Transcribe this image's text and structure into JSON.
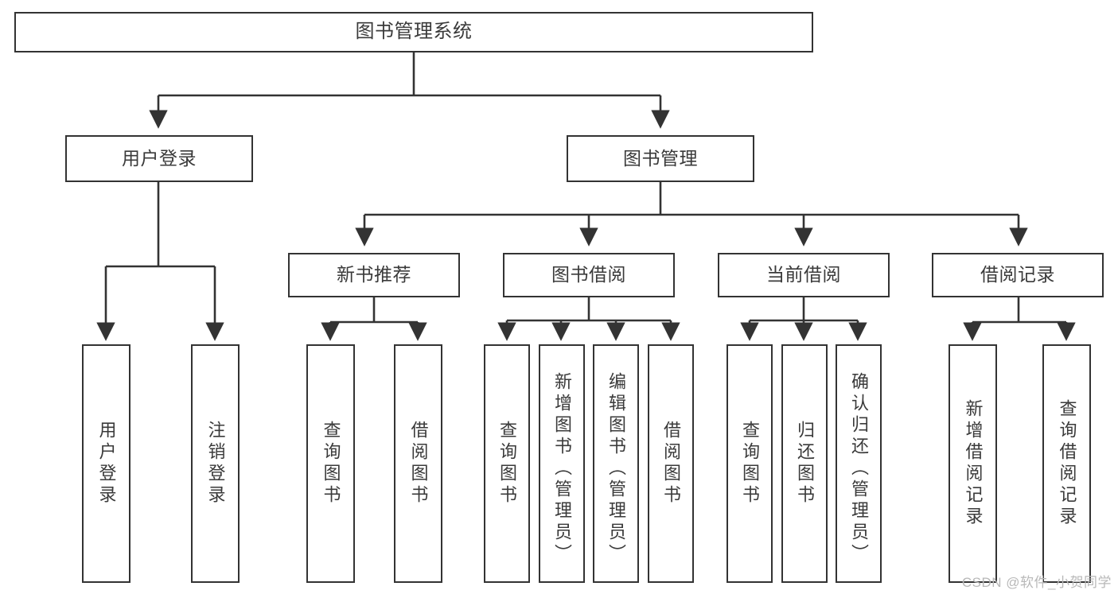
{
  "diagram": {
    "title": "图书管理系统",
    "type": "tree",
    "watermark": "CSDN @软件_小贺同学",
    "colors": {
      "box_border": "#333333",
      "box_fill": "#ffffff",
      "text": "#3a3a3a",
      "connector": "#333333",
      "watermark": "#b8b8b8",
      "background": "#ffffff"
    },
    "root": {
      "label": "图书管理系统"
    },
    "level1": [
      {
        "label": "用户登录"
      },
      {
        "label": "图书管理"
      }
    ],
    "level2": [
      {
        "label": "新书推荐"
      },
      {
        "label": "图书借阅"
      },
      {
        "label": "当前借阅"
      },
      {
        "label": "借阅记录"
      }
    ],
    "leaves": {
      "user_login": [
        {
          "label": "用户登录"
        },
        {
          "label": "注销登录"
        }
      ],
      "new_book_recommend": [
        {
          "label": "查询图书"
        },
        {
          "label": "借阅图书"
        }
      ],
      "book_borrow": [
        {
          "label": "查询图书"
        },
        {
          "label": "新增图书（管理员）"
        },
        {
          "label": "编辑图书（管理员）"
        },
        {
          "label": "借阅图书"
        }
      ],
      "current_borrow": [
        {
          "label": "查询图书"
        },
        {
          "label": "归还图书"
        },
        {
          "label": "确认归还（管理员）"
        }
      ],
      "borrow_record": [
        {
          "label": "新增借阅记录"
        },
        {
          "label": "查询借阅记录"
        }
      ]
    }
  }
}
